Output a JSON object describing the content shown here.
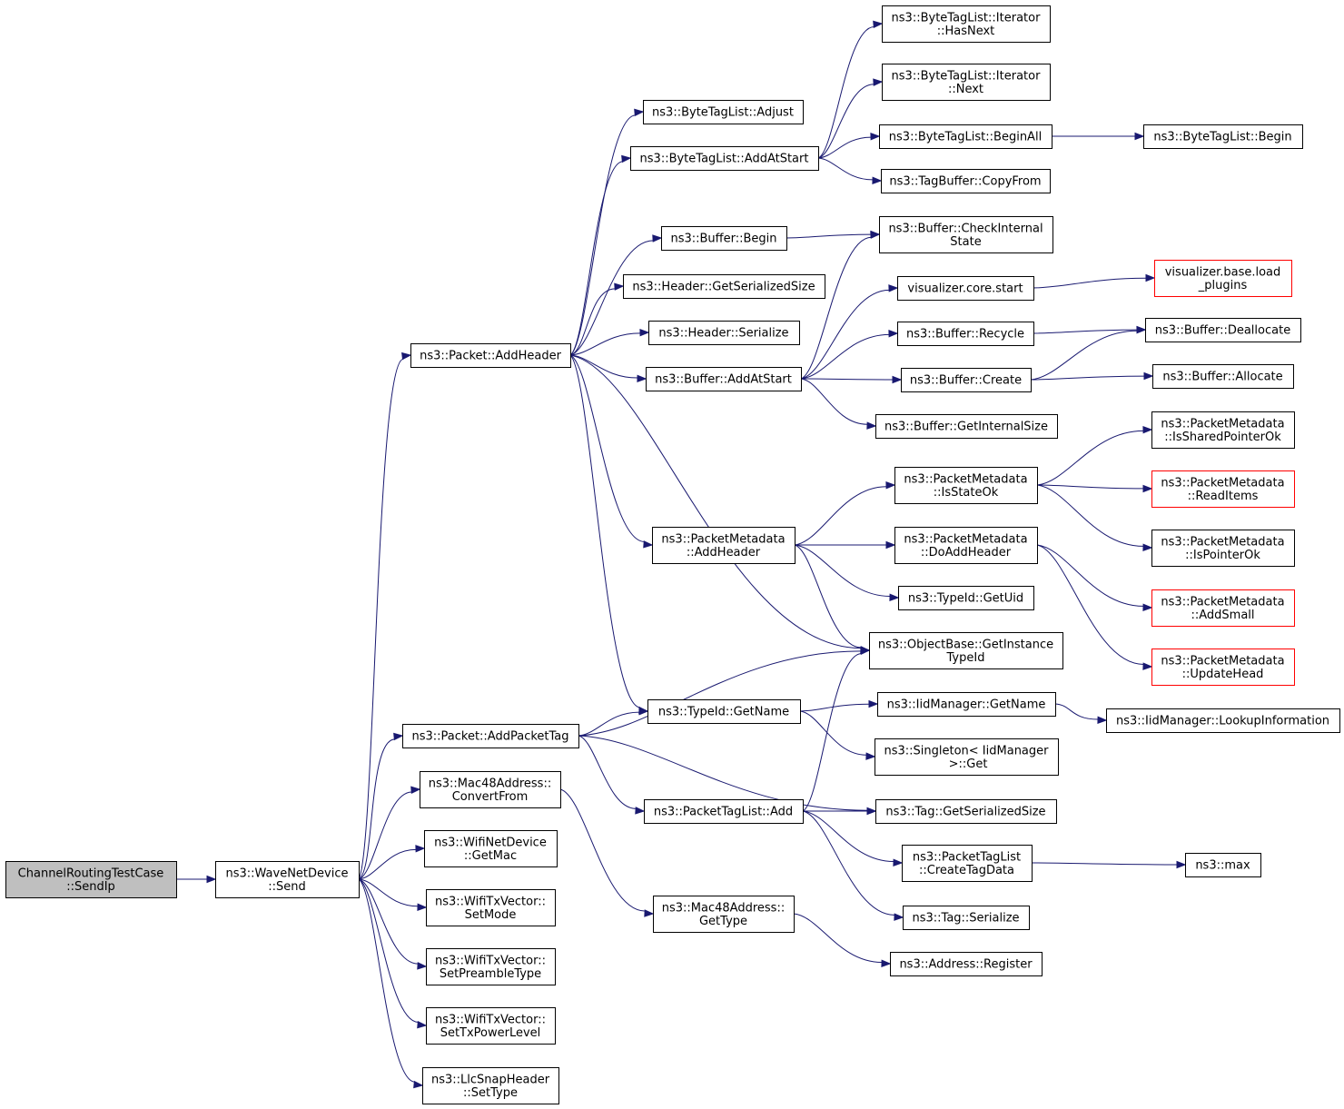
{
  "diagram": {
    "type": "call-graph",
    "colors": {
      "edge": "#191970",
      "root_fill": "#bfbfbf",
      "node_border": "#000000",
      "undocumented_border": "#ff0000"
    },
    "nodes": [
      {
        "id": "sendip",
        "lines": [
          "ChannelRoutingTestCase",
          "::SendIp"
        ],
        "style": "root"
      },
      {
        "id": "wavesend",
        "lines": [
          "ns3::WaveNetDevice",
          "::Send"
        ]
      },
      {
        "id": "addheader",
        "lines": [
          "ns3::Packet::AddHeader"
        ]
      },
      {
        "id": "addpackettag",
        "lines": [
          "ns3::Packet::AddPacketTag"
        ]
      },
      {
        "id": "convertfrom",
        "lines": [
          "ns3::Mac48Address::",
          "ConvertFrom"
        ]
      },
      {
        "id": "getmac",
        "lines": [
          "ns3::WifiNetDevice",
          "::GetMac"
        ]
      },
      {
        "id": "setmode",
        "lines": [
          "ns3::WifiTxVector::",
          "SetMode"
        ]
      },
      {
        "id": "setpreamble",
        "lines": [
          "ns3::WifiTxVector::",
          "SetPreambleType"
        ]
      },
      {
        "id": "settxpower",
        "lines": [
          "ns3::WifiTxVector::",
          "SetTxPowerLevel"
        ]
      },
      {
        "id": "llcsettype",
        "lines": [
          "ns3::LlcSnapHeader",
          "::SetType"
        ]
      },
      {
        "id": "btladjust",
        "lines": [
          "ns3::ByteTagList::Adjust"
        ]
      },
      {
        "id": "btladdatstart",
        "lines": [
          "ns3::ByteTagList::AddAtStart"
        ]
      },
      {
        "id": "bufbegin",
        "lines": [
          "ns3::Buffer::Begin"
        ]
      },
      {
        "id": "hdrgetsize",
        "lines": [
          "ns3::Header::GetSerializedSize"
        ]
      },
      {
        "id": "hdrserialize",
        "lines": [
          "ns3::Header::Serialize"
        ]
      },
      {
        "id": "bufaddatstart",
        "lines": [
          "ns3::Buffer::AddAtStart"
        ]
      },
      {
        "id": "pmaddheader",
        "lines": [
          "ns3::PacketMetadata",
          "::AddHeader"
        ]
      },
      {
        "id": "typeidgetname",
        "lines": [
          "ns3::TypeId::GetName"
        ]
      },
      {
        "id": "ptladd",
        "lines": [
          "ns3::PacketTagList::Add"
        ]
      },
      {
        "id": "macgettype",
        "lines": [
          "ns3::Mac48Address::",
          "GetType"
        ]
      },
      {
        "id": "hasnext",
        "lines": [
          "ns3::ByteTagList::Iterator",
          "::HasNext"
        ]
      },
      {
        "id": "itnext",
        "lines": [
          "ns3::ByteTagList::Iterator",
          "::Next"
        ]
      },
      {
        "id": "beginall",
        "lines": [
          "ns3::ByteTagList::BeginAll"
        ]
      },
      {
        "id": "copyfrom",
        "lines": [
          "ns3::TagBuffer::CopyFrom"
        ]
      },
      {
        "id": "btlbegin",
        "lines": [
          "ns3::ByteTagList::Begin"
        ]
      },
      {
        "id": "checkinternal",
        "lines": [
          "ns3::Buffer::CheckInternal",
          "State"
        ]
      },
      {
        "id": "vizcorestart",
        "lines": [
          "visualizer.core.start"
        ]
      },
      {
        "id": "loadplugins",
        "lines": [
          "visualizer.base.load",
          "_plugins"
        ],
        "style": "red"
      },
      {
        "id": "bufrecycle",
        "lines": [
          "ns3::Buffer::Recycle"
        ]
      },
      {
        "id": "bufdealloc",
        "lines": [
          "ns3::Buffer::Deallocate"
        ]
      },
      {
        "id": "bufcreate",
        "lines": [
          "ns3::Buffer::Create"
        ]
      },
      {
        "id": "bufalloc",
        "lines": [
          "ns3::Buffer::Allocate"
        ]
      },
      {
        "id": "bufgetinternalsize",
        "lines": [
          "ns3::Buffer::GetInternalSize"
        ]
      },
      {
        "id": "pmisstateok",
        "lines": [
          "ns3::PacketMetadata",
          "::IsStateOk"
        ]
      },
      {
        "id": "pmissharedptr",
        "lines": [
          "ns3::PacketMetadata",
          "::IsSharedPointerOk"
        ]
      },
      {
        "id": "pmreaditems",
        "lines": [
          "ns3::PacketMetadata",
          "::ReadItems"
        ],
        "style": "red"
      },
      {
        "id": "pmispointerok",
        "lines": [
          "ns3::PacketMetadata",
          "::IsPointerOk"
        ]
      },
      {
        "id": "pmdoaddheader",
        "lines": [
          "ns3::PacketMetadata",
          "::DoAddHeader"
        ]
      },
      {
        "id": "pmaddsmall",
        "lines": [
          "ns3::PacketMetadata",
          "::AddSmall"
        ],
        "style": "red"
      },
      {
        "id": "pmupdatehead",
        "lines": [
          "ns3::PacketMetadata",
          "::UpdateHead"
        ],
        "style": "red"
      },
      {
        "id": "typeidgetuid",
        "lines": [
          "ns3::TypeId::GetUid"
        ]
      },
      {
        "id": "objgetinstancetypeid",
        "lines": [
          "ns3::ObjectBase::GetInstance",
          "TypeId"
        ]
      },
      {
        "id": "iidgetname",
        "lines": [
          "ns3::IidManager::GetName"
        ]
      },
      {
        "id": "iidlookup",
        "lines": [
          "ns3::IidManager::LookupInformation"
        ]
      },
      {
        "id": "singletonget",
        "lines": [
          "ns3::Singleton< IidManager",
          " >::Get"
        ]
      },
      {
        "id": "taggetsize",
        "lines": [
          "ns3::Tag::GetSerializedSize"
        ]
      },
      {
        "id": "ptlcreatetagdata",
        "lines": [
          "ns3::PacketTagList",
          "::CreateTagData"
        ]
      },
      {
        "id": "max",
        "lines": [
          "ns3::max"
        ]
      },
      {
        "id": "tagserialize",
        "lines": [
          "ns3::Tag::Serialize"
        ]
      },
      {
        "id": "addrregister",
        "lines": [
          "ns3::Address::Register"
        ]
      }
    ],
    "edges": [
      [
        "sendip",
        "wavesend"
      ],
      [
        "wavesend",
        "addheader"
      ],
      [
        "wavesend",
        "addpackettag"
      ],
      [
        "wavesend",
        "convertfrom"
      ],
      [
        "wavesend",
        "getmac"
      ],
      [
        "wavesend",
        "setmode"
      ],
      [
        "wavesend",
        "setpreamble"
      ],
      [
        "wavesend",
        "settxpower"
      ],
      [
        "wavesend",
        "llcsettype"
      ],
      [
        "addheader",
        "btladjust"
      ],
      [
        "addheader",
        "btladdatstart"
      ],
      [
        "addheader",
        "bufbegin"
      ],
      [
        "addheader",
        "hdrgetsize"
      ],
      [
        "addheader",
        "hdrserialize"
      ],
      [
        "addheader",
        "bufaddatstart"
      ],
      [
        "addheader",
        "pmaddheader"
      ],
      [
        "addheader",
        "objgetinstancetypeid"
      ],
      [
        "addheader",
        "typeidgetname"
      ],
      [
        "btladdatstart",
        "hasnext"
      ],
      [
        "btladdatstart",
        "itnext"
      ],
      [
        "btladdatstart",
        "beginall"
      ],
      [
        "btladdatstart",
        "copyfrom"
      ],
      [
        "beginall",
        "btlbegin"
      ],
      [
        "bufbegin",
        "checkinternal"
      ],
      [
        "bufaddatstart",
        "checkinternal"
      ],
      [
        "bufaddatstart",
        "vizcorestart"
      ],
      [
        "bufaddatstart",
        "bufrecycle"
      ],
      [
        "bufaddatstart",
        "bufcreate"
      ],
      [
        "bufaddatstart",
        "bufgetinternalsize"
      ],
      [
        "vizcorestart",
        "loadplugins"
      ],
      [
        "bufrecycle",
        "bufdealloc"
      ],
      [
        "bufcreate",
        "bufdealloc"
      ],
      [
        "bufcreate",
        "bufalloc"
      ],
      [
        "pmaddheader",
        "pmisstateok"
      ],
      [
        "pmaddheader",
        "pmdoaddheader"
      ],
      [
        "pmaddheader",
        "typeidgetuid"
      ],
      [
        "pmaddheader",
        "objgetinstancetypeid"
      ],
      [
        "pmisstateok",
        "pmissharedptr"
      ],
      [
        "pmisstateok",
        "pmreaditems"
      ],
      [
        "pmisstateok",
        "pmispointerok"
      ],
      [
        "pmdoaddheader",
        "pmaddsmall"
      ],
      [
        "pmdoaddheader",
        "pmupdatehead"
      ],
      [
        "addpackettag",
        "objgetinstancetypeid"
      ],
      [
        "addpackettag",
        "typeidgetname"
      ],
      [
        "addpackettag",
        "taggetsize"
      ],
      [
        "addpackettag",
        "ptladd"
      ],
      [
        "typeidgetname",
        "iidgetname"
      ],
      [
        "typeidgetname",
        "singletonget"
      ],
      [
        "iidgetname",
        "iidlookup"
      ],
      [
        "ptladd",
        "objgetinstancetypeid"
      ],
      [
        "ptladd",
        "taggetsize"
      ],
      [
        "ptladd",
        "ptlcreatetagdata"
      ],
      [
        "ptladd",
        "tagserialize"
      ],
      [
        "ptlcreatetagdata",
        "max"
      ],
      [
        "convertfrom",
        "macgettype"
      ],
      [
        "macgettype",
        "addrregister"
      ]
    ]
  }
}
